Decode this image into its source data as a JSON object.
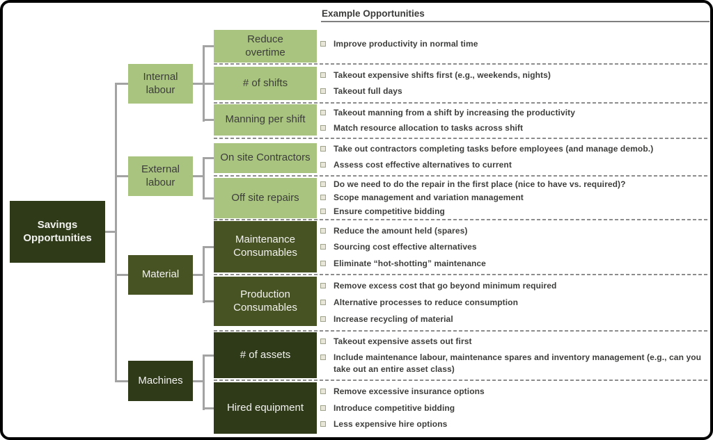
{
  "header": {
    "title": "Example Opportunities"
  },
  "tree": {
    "root": {
      "label": "Savings\nOpportunities"
    },
    "groups": [
      {
        "label": "Internal\nlabour"
      },
      {
        "label": "External\nlabour"
      },
      {
        "label": "Material"
      },
      {
        "label": "Machines"
      }
    ]
  },
  "sections": [
    {
      "label": "Reduce\novertime",
      "bullets": [
        "Improve productivity in normal time"
      ]
    },
    {
      "label": "# of shifts",
      "bullets": [
        "Takeout expensive shifts first (e.g., weekends, nights)",
        "Takeout full days"
      ]
    },
    {
      "label": "Manning per shift",
      "bullets": [
        "Takeout manning from a shift by increasing the productivity",
        "Match resource allocation to tasks across shift"
      ]
    },
    {
      "label": "On site Contractors",
      "bullets": [
        "Take out contractors completing tasks before employees (and manage demob.)",
        "Assess cost effective alternatives to current"
      ]
    },
    {
      "label": "Off site repairs",
      "bullets": [
        "Do we need to do the repair in the first place (nice to have vs. required)?",
        "Scope management and variation management",
        "Ensure competitive bidding"
      ]
    },
    {
      "label": "Maintenance\nConsumables",
      "bullets": [
        "Reduce the amount held (spares)",
        "Sourcing cost effective alternatives",
        "Eliminate “hot-shotting” maintenance"
      ]
    },
    {
      "label": "Production\nConsumables",
      "bullets": [
        "Remove excess cost that go beyond minimum required",
        "Alternative processes to reduce consumption",
        "Increase recycling of material"
      ]
    },
    {
      "label": "# of assets",
      "bullets": [
        "Takeout expensive assets out first",
        "Include maintenance labour, maintenance spares and inventory management (e.g., can you take out an entire asset class)"
      ]
    },
    {
      "label": "Hired equipment",
      "bullets": [
        "Remove excessive insurance options",
        "Introduce competitive bidding",
        "Less expensive hire options"
      ]
    }
  ],
  "colors": {
    "light_green": "#a9c47e",
    "olive_medium": "#475323",
    "olive_darkest": "#2f3a19",
    "connector_gray": "#a3a3a3",
    "divider_gray": "#8c8c8c",
    "text_dark": "#3c3c3c",
    "text_light": "#f2f2ef",
    "bullet_marker_fill": "#e7e6d9"
  }
}
